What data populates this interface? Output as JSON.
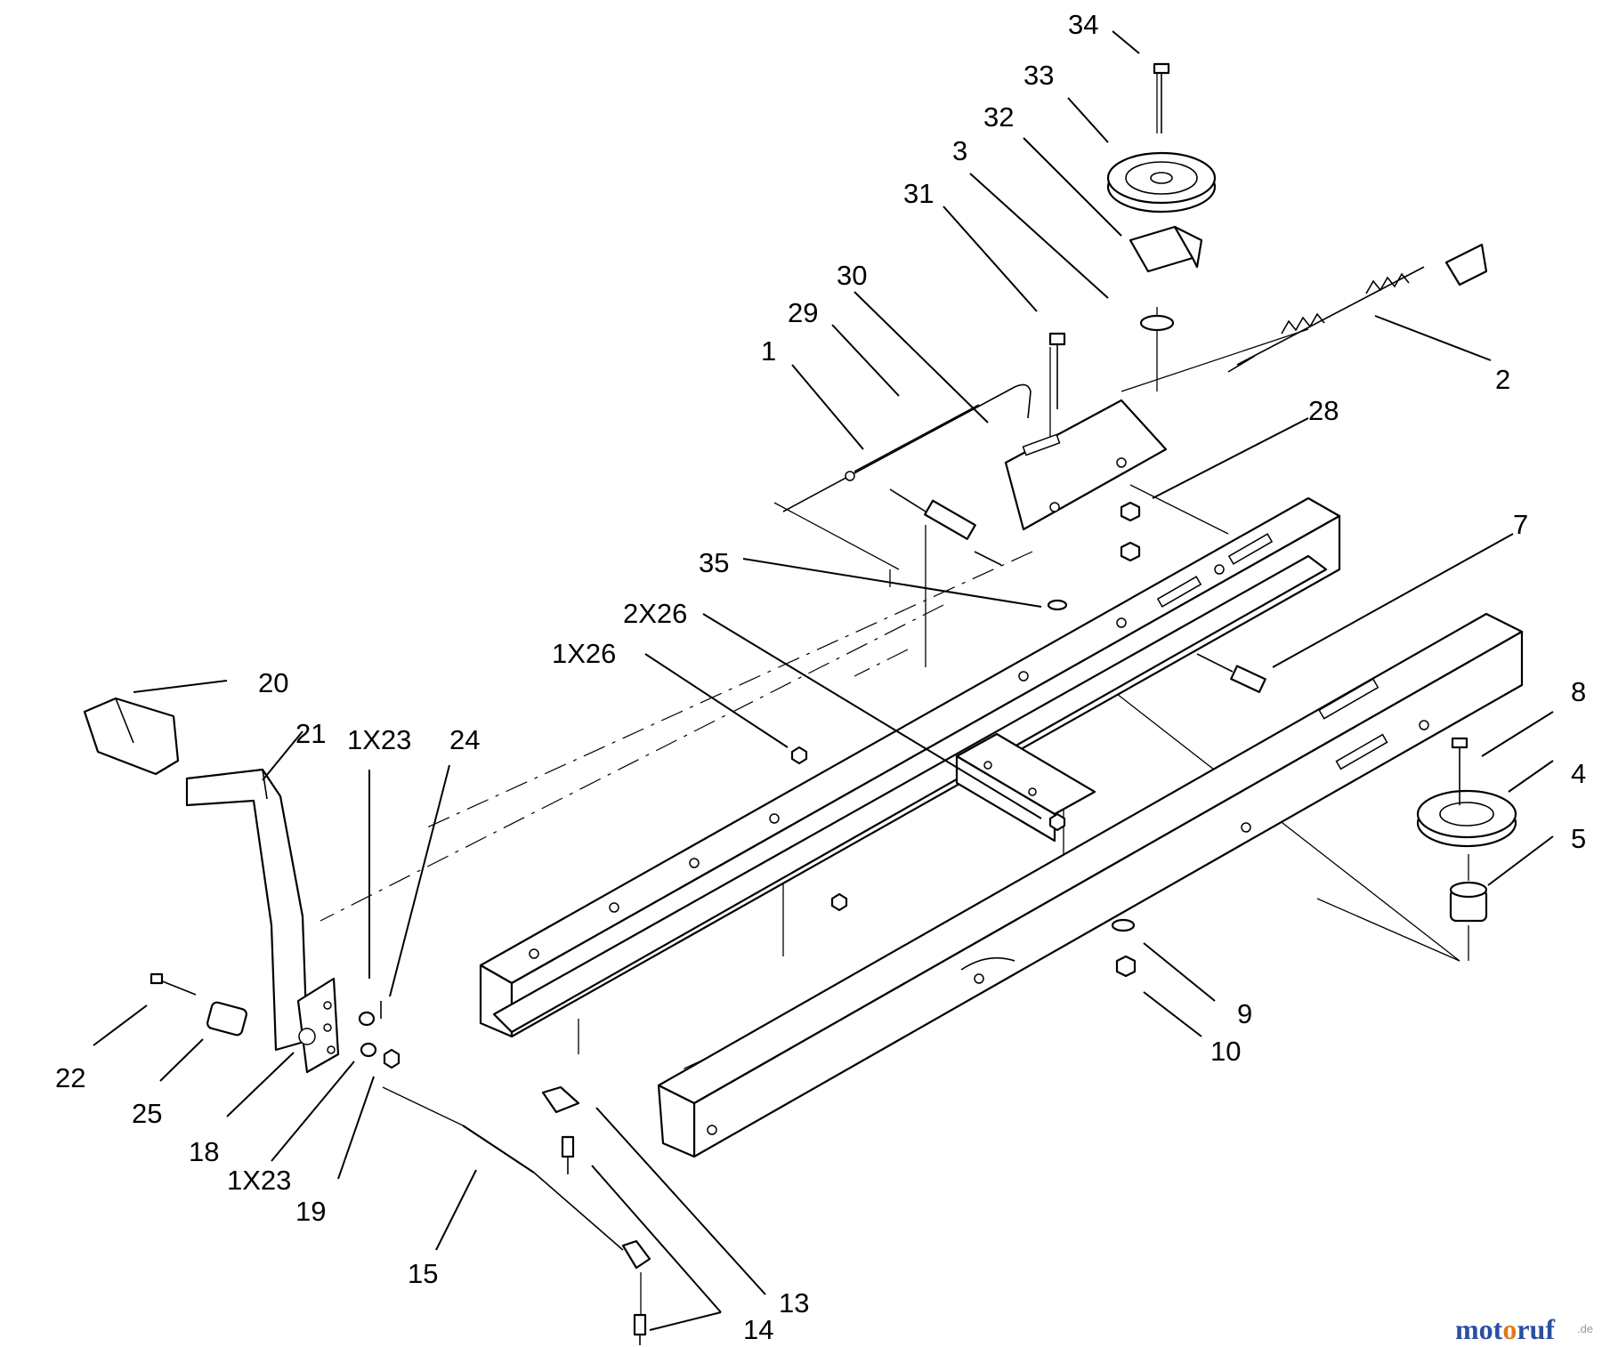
{
  "diagram": {
    "callouts": {
      "c1": "1",
      "c2": "2",
      "c3": "3",
      "c4": "4",
      "c5": "5",
      "c7": "7",
      "c8": "8",
      "c9": "9",
      "c10": "10",
      "c13": "13",
      "c14": "14",
      "c15": "15",
      "c18": "18",
      "c19": "19",
      "c20": "20",
      "c21": "21",
      "c1x23a": "1X23",
      "c1x23b": "1X23",
      "c24": "24",
      "c22": "22",
      "c25": "25",
      "c1x26": "1X26",
      "c2x26": "2X26",
      "c28": "28",
      "c29": "29",
      "c30": "30",
      "c31": "31",
      "c32": "32",
      "c33": "33",
      "c34": "34",
      "c35": "35"
    }
  },
  "watermark": {
    "text_a": "mot",
    "text_b": "o",
    "text_c": "ruf",
    "suffix": ".de",
    "colors": {
      "blue": "#2b4fa3",
      "orange": "#e07b1a",
      "gray": "#9a9a9a"
    }
  }
}
